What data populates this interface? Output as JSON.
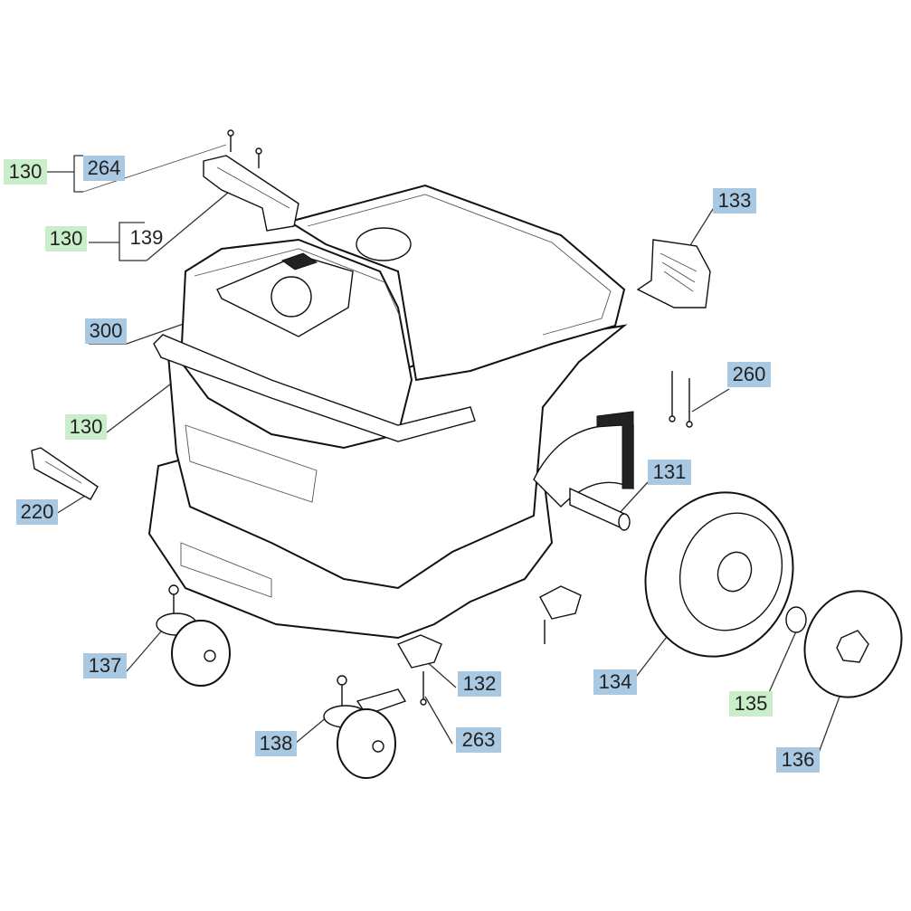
{
  "colors": {
    "part_label_bg": "#a9c8e2",
    "ref_label_bg": "#c9eec9",
    "line": "#333333"
  },
  "labels": [
    {
      "id": "l130a",
      "text": "130",
      "style": "green"
    },
    {
      "id": "l264",
      "text": "264",
      "style": "blue"
    },
    {
      "id": "l130b",
      "text": "130",
      "style": "green"
    },
    {
      "id": "l139",
      "text": "139",
      "style": "plain"
    },
    {
      "id": "l300",
      "text": "300",
      "style": "blue"
    },
    {
      "id": "l130c",
      "text": "130",
      "style": "green"
    },
    {
      "id": "l220",
      "text": "220",
      "style": "blue"
    },
    {
      "id": "l133",
      "text": "133",
      "style": "blue"
    },
    {
      "id": "l260",
      "text": "260",
      "style": "blue"
    },
    {
      "id": "l131",
      "text": "131",
      "style": "blue"
    },
    {
      "id": "l134",
      "text": "134",
      "style": "blue"
    },
    {
      "id": "l135",
      "text": "135",
      "style": "green"
    },
    {
      "id": "l136",
      "text": "136",
      "style": "blue"
    },
    {
      "id": "l137",
      "text": "137",
      "style": "blue"
    },
    {
      "id": "l138",
      "text": "138",
      "style": "blue"
    },
    {
      "id": "l132",
      "text": "132",
      "style": "blue"
    },
    {
      "id": "l263",
      "text": "263",
      "style": "blue"
    }
  ]
}
